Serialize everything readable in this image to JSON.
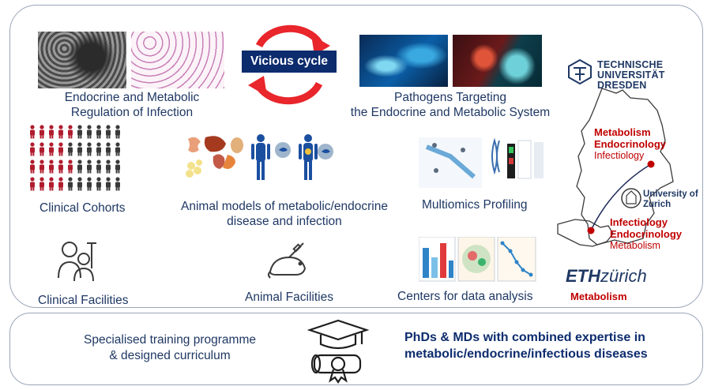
{
  "cycle": {
    "label": "Vicious cycle"
  },
  "topics": {
    "endocrine": {
      "line1": "Endocrine and Metabolic",
      "line2": "Regulation of Infection"
    },
    "pathogens": {
      "line1": "Pathogens Targeting",
      "line2": "the Endocrine and Metabolic System"
    }
  },
  "resources": {
    "clinical_cohorts": "Clinical Cohorts",
    "animal_models": {
      "line1": "Animal models of metabolic/endocrine",
      "line2": "disease and infection"
    },
    "multiomics": "Multiomics Profiling",
    "clinical_facilities": "Clinical Facilities",
    "animal_facilities": "Animal Facilities",
    "data_centers": "Centers for data analysis"
  },
  "institutions": {
    "tud": {
      "line1": "TECHNISCHE",
      "line2": "UNIVERSITÄT",
      "line3": "DRESDEN",
      "focus1": "Metabolism",
      "focus2": "Endocrinology",
      "focus3": "Infectiology"
    },
    "uzh": {
      "line1": "University of",
      "line2": "Zurich",
      "focus1": "Infectiology",
      "focus2": "Endocrinology",
      "focus3": "Metabolism"
    },
    "eth": {
      "bold": "ETH",
      "rest": "zürich",
      "focus1": "Metabolism"
    }
  },
  "training": {
    "line1": "Specialised training programme",
    "line2": "& designed curriculum",
    "outcome1": "PhDs & MDs with combined expertise in",
    "outcome2": "metabolic/endocrine/infectious diseases"
  },
  "colors": {
    "navy": "#1f3864",
    "red": "#c00000",
    "cycle_red": "#e8262b",
    "badge": "#0d2c6e"
  }
}
